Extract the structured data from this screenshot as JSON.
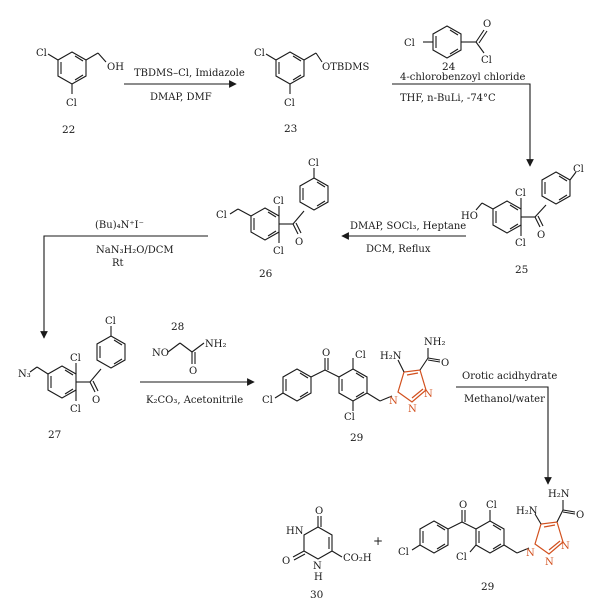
{
  "compounds": {
    "c22": "22",
    "c23": "23",
    "c24": "24",
    "c25": "25",
    "c26": "26",
    "c27": "27",
    "c28": "28",
    "c29a": "29",
    "c29b": "29",
    "c30": "30"
  },
  "reagents": {
    "step1_top": "TBDMS–Cl, Imidazole",
    "step1_bottom": "DMAP, DMF",
    "step2_name": "4-chlorobenzoyl chloride",
    "step2_bottom": "THF, n-BuLi, -74°C",
    "step3_top": "DMAP, SOCl₃, Heptane",
    "step3_bottom": "DCM, Reflux",
    "step4_line1": "(Bu)₄N⁺I⁻",
    "step4_line2": "NaN₃H₂O/DCM",
    "step4_line3": "Rt",
    "step5_bottom": "K₂CO₃, Acetonitrile",
    "step6_top": "Orotic acidhydrate",
    "step6_bottom": "Methanol/water"
  },
  "atoms": {
    "cl": "Cl",
    "oh": "OH",
    "otbdms": "OTBDMS",
    "ho": "HO",
    "o": "O",
    "n3": "N₃",
    "no": "NO",
    "nh2": "NH₂",
    "h2n": "H₂N",
    "n": "N",
    "hn": "HN",
    "co2h": "CO₂H",
    "h": "H",
    "plus": "+"
  },
  "colors": {
    "ink": "#1a1a1a",
    "triazole": "#d2501e"
  }
}
